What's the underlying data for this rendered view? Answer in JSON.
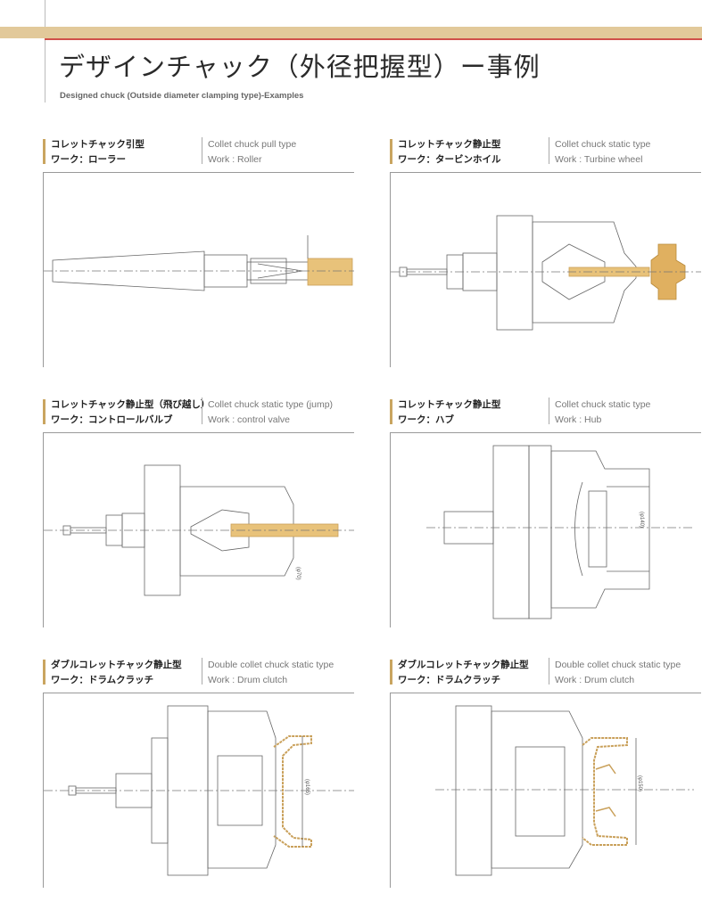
{
  "page": {
    "title": "デザインチャック（外径把握型）ー事例",
    "subtitle": "Designed chuck (Outside diameter clamping type)-Examples"
  },
  "examples": [
    {
      "jp_type": "コレットチャック引型",
      "jp_work": "ワーク：ローラー",
      "en_type": "Collet chuck pull type",
      "en_work": "Work : Roller",
      "dimension": ""
    },
    {
      "jp_type": "コレットチャック静止型",
      "jp_work": "ワーク：タービンホイル",
      "en_type": "Collet chuck static type",
      "en_work": "Work : Turbine wheel",
      "dimension": ""
    },
    {
      "jp_type": "コレットチャック静止型（飛び越し）",
      "jp_work": "ワーク：コントロールバルブ",
      "en_type": "Collet chuck static type (jump)",
      "en_work": "Work : control valve",
      "dimension": "(φ70)"
    },
    {
      "jp_type": "コレットチャック静止型",
      "jp_work": "ワーク：ハブ",
      "en_type": "Collet chuck static type",
      "en_work": "Work : Hub",
      "dimension": "(φ140)"
    },
    {
      "jp_type": "ダブルコレットチャック静止型",
      "jp_work": "ワーク：ドラムクラッチ",
      "en_type": "Double collet chuck static type",
      "en_work": "Work : Drum clutch",
      "dimension": "(φ165)"
    },
    {
      "jp_type": "ダブルコレットチャック静止型",
      "jp_work": "ワーク：ドラムクラッチ",
      "en_type": "Double collet chuck static type",
      "en_work": "Work : Drum clutch",
      "dimension": "(φ150)"
    }
  ],
  "colors": {
    "band": "#e2c99a",
    "accent_line": "#d0504a",
    "workpiece": "#e8c27a",
    "label_bar": "#c9a560"
  }
}
